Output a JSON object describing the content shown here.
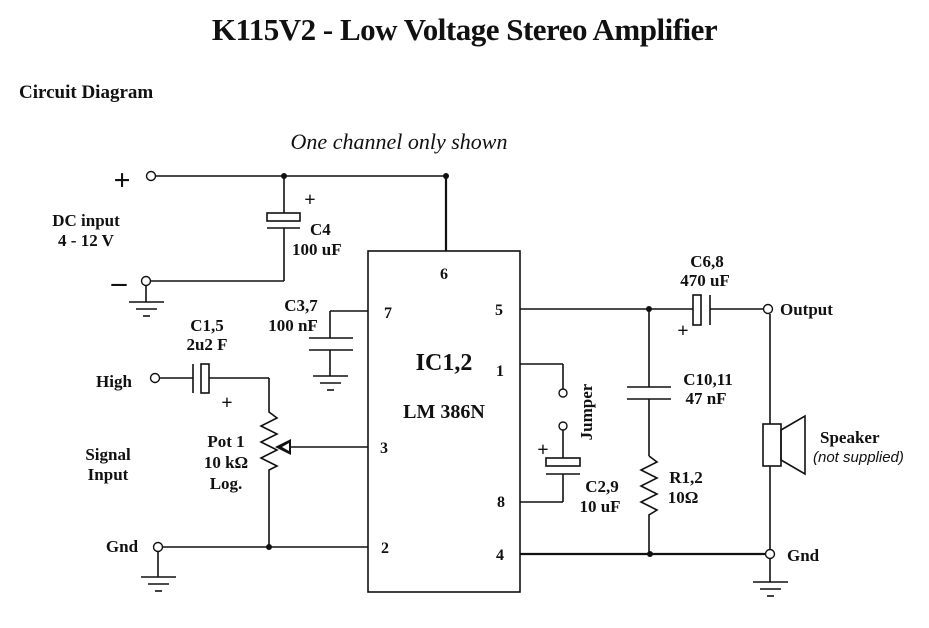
{
  "page": {
    "title": "K115V2 - Low Voltage Stereo Amplifier",
    "section_heading": "Circuit Diagram"
  },
  "diagram": {
    "note": "One channel only shown",
    "power": {
      "plus_symbol": "+",
      "minus_symbol": "–",
      "label_line1": "DC input",
      "label_line2": "4 - 12 V"
    },
    "ic": {
      "name": "IC1,2",
      "part": "LM 386N",
      "pins": {
        "p1": "1",
        "p2": "2",
        "p3": "3",
        "p4": "4",
        "p5": "5",
        "p6": "6",
        "p7": "7",
        "p8": "8"
      }
    },
    "components": {
      "c4": {
        "ref": "C4",
        "value": "100 uF",
        "polarity": "+"
      },
      "c37": {
        "ref": "C3,7",
        "value": "100 nF"
      },
      "c15": {
        "ref": "C1,5",
        "value": "2u2 F",
        "polarity": "+"
      },
      "pot": {
        "ref": "Pot 1",
        "value": "10 kΩ",
        "taper": "Log."
      },
      "c29": {
        "ref": "C2,9",
        "value": "10 uF",
        "polarity": "+"
      },
      "jumper": {
        "label": "Jumper"
      },
      "c68": {
        "ref": "C6,8",
        "value": "470 uF",
        "polarity": "+"
      },
      "c1011": {
        "ref": "C10,11",
        "value": "47 nF"
      },
      "r12": {
        "ref": "R1,2",
        "value": "10Ω"
      },
      "speaker": {
        "label": "Speaker",
        "note": "(not supplied)"
      }
    },
    "inputs": {
      "high": "High",
      "signal_line1": "Signal",
      "signal_line2": "Input",
      "gnd_in": "Gnd"
    },
    "outputs": {
      "output": "Output",
      "gnd_out": "Gnd"
    }
  }
}
